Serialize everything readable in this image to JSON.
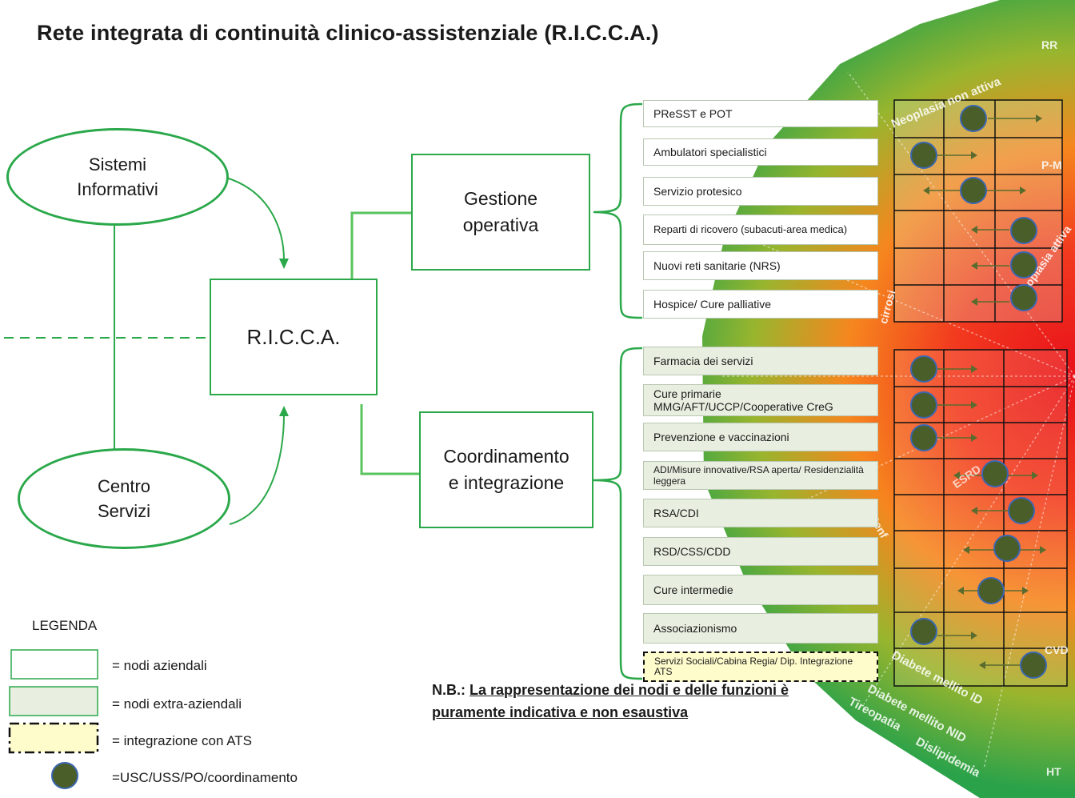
{
  "title": "Rete integrata di continuità clinico-assistenziale (R.I.C.C.A.)",
  "ellipses": {
    "sistemi": "Sistemi\nInformativi",
    "centro": "Centro\nServizi"
  },
  "center_box": "R.I.C.C.A.",
  "gestione_box": "Gestione\noperativa",
  "coordinamento_box": "Coordinamento\ne integrazione",
  "gestione_nodes": [
    {
      "label": "PReSST e POT",
      "type": "white"
    },
    {
      "label": "Ambulatori specialistici",
      "type": "white"
    },
    {
      "label": "Servizio protesico",
      "type": "white"
    },
    {
      "label": "Reparti di ricovero (subacuti-area medica)",
      "type": "white"
    },
    {
      "label": "Nuovi reti sanitarie (NRS)",
      "type": "white"
    },
    {
      "label": "Hospice/ Cure palliative",
      "type": "white"
    }
  ],
  "coordinamento_nodes": [
    {
      "label": "Farmacia dei servizi",
      "type": "green"
    },
    {
      "label": "Cure primarie MMG/AFT/UCCP/Cooperative CreG",
      "type": "green"
    },
    {
      "label": "Prevenzione e vaccinazioni",
      "type": "green"
    },
    {
      "label": "ADI/Misure innovative/RSA aperta/ Residenzialità leggera",
      "type": "green"
    },
    {
      "label": "RSA/CDI",
      "type": "green"
    },
    {
      "label": "RSD/CSS/CDD",
      "type": "green"
    },
    {
      "label": "Cure intermedie",
      "type": "green"
    },
    {
      "label": "Associazionismo",
      "type": "green"
    },
    {
      "label": "Servizi Sociali/Cabina Regia/ Dip. Integrazione ATS",
      "type": "ats"
    }
  ],
  "legend": {
    "title": "LEGENDA",
    "items": [
      "= nodi aziendali",
      "= nodi extra-aziendali",
      "= integrazione con ATS",
      "=USC/USS/PO/coordinamento"
    ]
  },
  "note": {
    "prefix": "N.B.: ",
    "line1": "La rappresentazione dei nodi e delle funzioni è",
    "line2": "puramente indicativa e non esaustiva"
  },
  "background_words": [
    "Neoplasia non attiva",
    "RR",
    "P-M",
    "Neoplasia attiva",
    "cirrosi",
    "ESRD",
    "Renf",
    "CVD",
    "Diabete mellito ID",
    "Diabete mellito NID",
    "Tireopatia",
    "Dislipidemia",
    "HT"
  ],
  "colors": {
    "accent_green": "#2aa84a",
    "node_green": "#e8efe0",
    "ats_yellow": "#fffccc",
    "dot": "#4a5e2a",
    "arrow": "#5a6b2e"
  }
}
